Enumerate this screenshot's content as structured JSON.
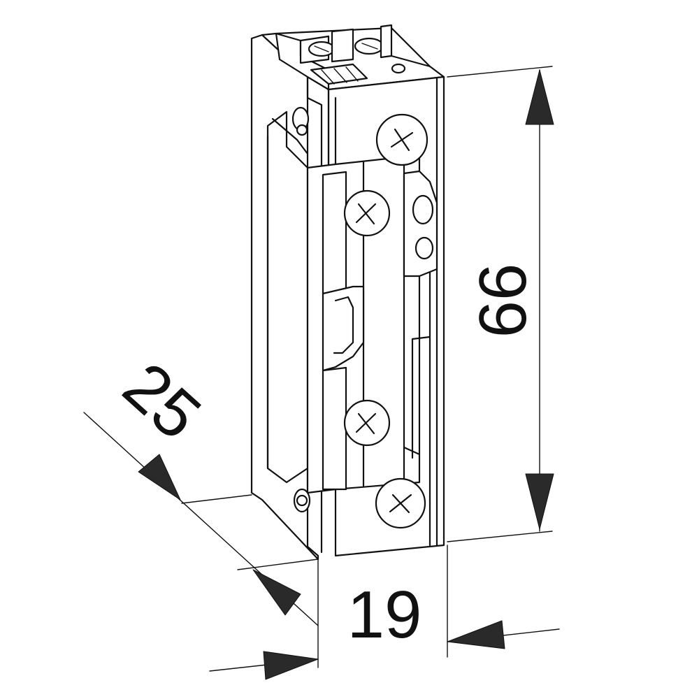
{
  "dimensions": {
    "height": "66",
    "width": "19",
    "depth": "25"
  },
  "colors": {
    "line": "#111111",
    "arrow": "#2a2a2a",
    "background": "#ffffff"
  }
}
